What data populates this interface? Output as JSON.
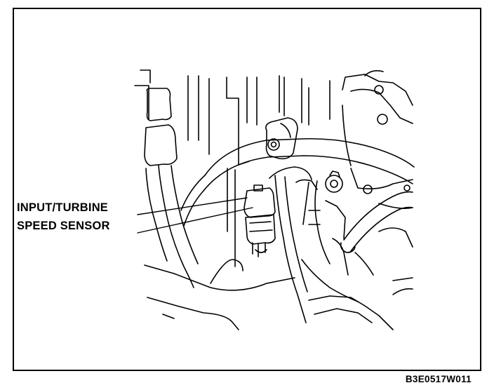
{
  "diagram": {
    "callout_lines": [
      "INPUT/TURBINE",
      "SPEED SENSOR"
    ],
    "figure_code": "B3E0517W011",
    "colors": {
      "ink": "#000000",
      "paper": "#ffffff"
    }
  }
}
